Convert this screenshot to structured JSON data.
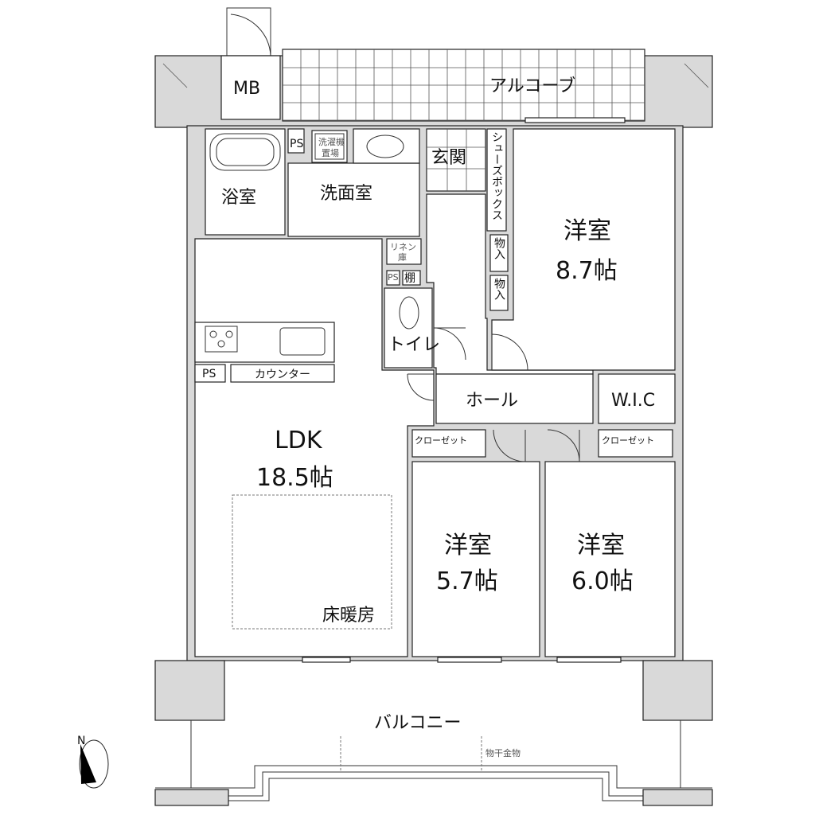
{
  "rooms": {
    "alcove": "アルコーブ",
    "mb": "MB",
    "bath": "浴室",
    "washroom": "洗面室",
    "washer_line1": "洗濯機",
    "washer_line2": "置場",
    "ps": "PS",
    "entrance": "玄関",
    "shoebox": "シューズボックス",
    "storage": "物入",
    "linen_line1": "リネン",
    "linen_line2": "庫",
    "shelf": "棚",
    "toilet": "トイレ",
    "western1_name": "洋室",
    "western1_size": "8.7帖",
    "counter": "カウンター",
    "hall": "ホール",
    "wic": "W.I.C",
    "closet": "クローゼット",
    "ldk_name": "LDK",
    "ldk_size": "18.5帖",
    "floor_heating": "床暖房",
    "western2_name": "洋室",
    "western2_size": "5.7帖",
    "western3_name": "洋室",
    "western3_size": "6.0帖",
    "balcony": "バルコニー",
    "drying_hardware": "物干金物"
  },
  "compass": {
    "label": "N"
  }
}
